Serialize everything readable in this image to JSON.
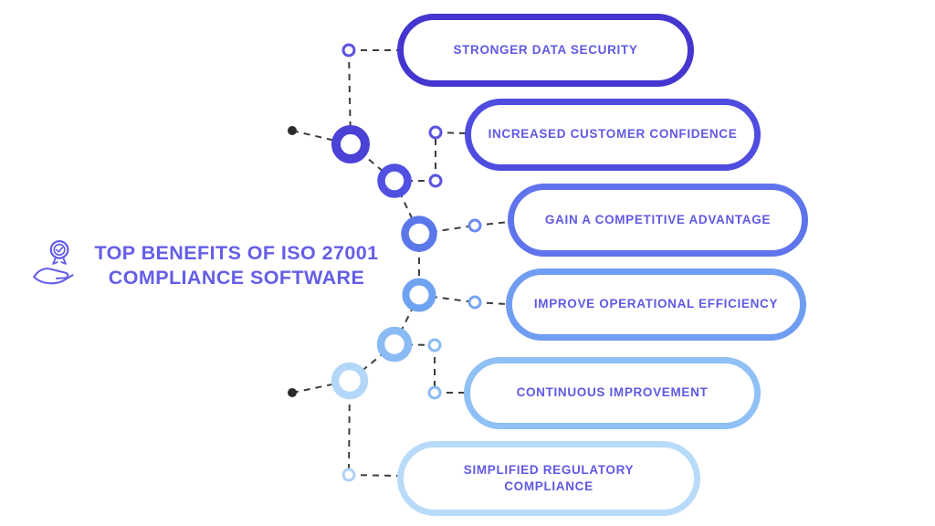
{
  "title": {
    "line1": "TOP BENEFITS OF ISO 27001",
    "line2": "COMPLIANCE SOFTWARE",
    "color": "#655ee6"
  },
  "diagram": {
    "dash_color": "#3d3d3d",
    "dot_color": "#2a2a2a",
    "label_color": "#6059e2",
    "benefits": [
      {
        "label": "STRONGER DATA SECURITY",
        "border_color": "#4436cf",
        "node_color": "#4a41d6",
        "connector_color": "#5b54e2"
      },
      {
        "label": "INCREASED CUSTOMER CONFIDENCE",
        "border_color": "#4f4cdf",
        "node_color": "#5150e2",
        "connector_color": "#5b54e2"
      },
      {
        "label": "GAIN A COMPETITIVE ADVANTAGE",
        "border_color": "#5f74ec",
        "node_color": "#5b78ea",
        "connector_color": "#6e8bf0"
      },
      {
        "label": "IMPROVE OPERATIONAL EFFICIENCY",
        "border_color": "#6f9df2",
        "node_color": "#6fa3f2",
        "connector_color": "#79a8f2"
      },
      {
        "label": "CONTINUOUS IMPROVEMENT",
        "border_color": "#8fc0f6",
        "node_color": "#8abbf4",
        "connector_color": "#8abbf4"
      },
      {
        "label": "SIMPLIFIED REGULATORY COMPLIANCE",
        "border_color": "#b9dbfa",
        "node_color": "#b3d7f8",
        "connector_color": "#aed2f8"
      }
    ]
  }
}
